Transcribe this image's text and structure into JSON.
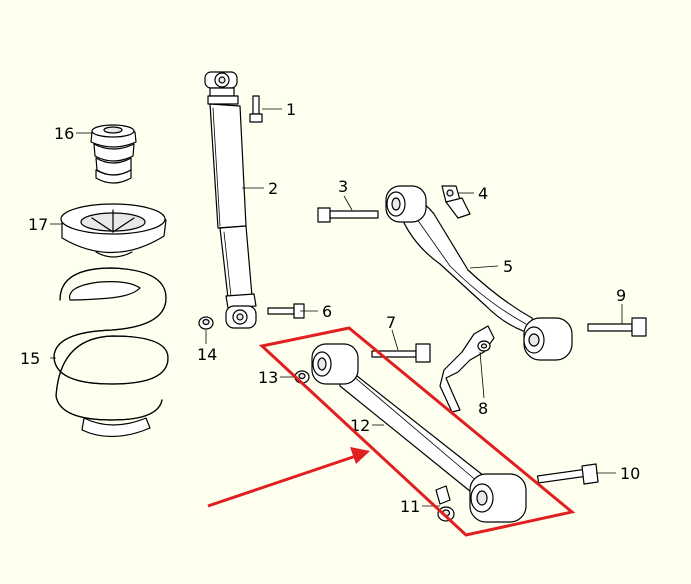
{
  "callouts": [
    {
      "id": "1",
      "label": "1"
    },
    {
      "id": "2",
      "label": "2"
    },
    {
      "id": "3",
      "label": "3"
    },
    {
      "id": "4",
      "label": "4"
    },
    {
      "id": "5",
      "label": "5"
    },
    {
      "id": "6",
      "label": "6"
    },
    {
      "id": "7",
      "label": "7"
    },
    {
      "id": "8",
      "label": "8"
    },
    {
      "id": "9",
      "label": "9"
    },
    {
      "id": "10",
      "label": "10"
    },
    {
      "id": "11",
      "label": "11"
    },
    {
      "id": "12",
      "label": "12"
    },
    {
      "id": "13",
      "label": "13"
    },
    {
      "id": "14",
      "label": "14"
    },
    {
      "id": "15",
      "label": "15"
    },
    {
      "id": "16",
      "label": "16"
    },
    {
      "id": "17",
      "label": "17"
    }
  ],
  "highlight": {
    "color": "#e02020",
    "target_part": "12"
  },
  "colors": {
    "background": "#fffff0",
    "line": "#000000",
    "highlight": "#e02020"
  }
}
